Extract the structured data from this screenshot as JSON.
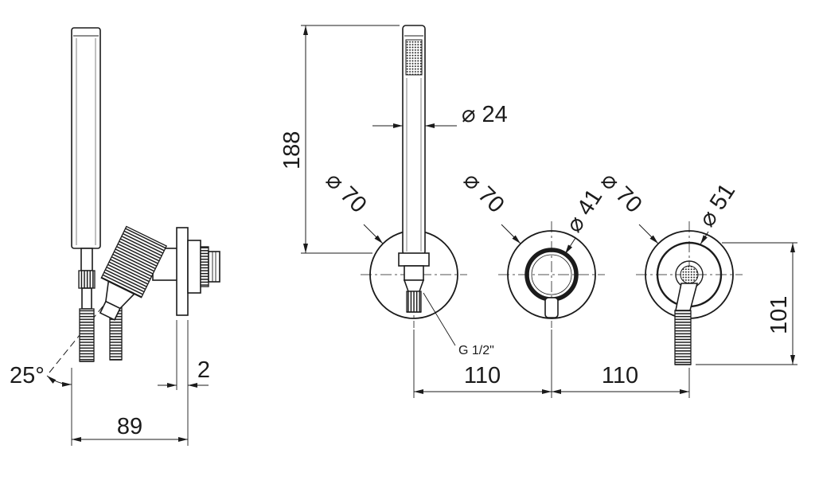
{
  "colors": {
    "line": "#1b1b1b",
    "background": "#ffffff"
  },
  "side_view": {
    "angle": "25°",
    "plate_offset": "2",
    "depth": "89"
  },
  "front_view": {
    "shower_length": "188",
    "handle_diameter": "⌀ 24",
    "holder_plate_diameter": "⌀ 70",
    "mixer_plate_diameter": "⌀ 70",
    "mixer_knob_diameter": "⌀ 41",
    "outlet_plate_diameter": "⌀ 70",
    "outlet_ring_diameter": "⌀ 51",
    "hose_drop": "101",
    "center_spacing_left": "110",
    "center_spacing_right": "110",
    "thread": "G 1/2\""
  }
}
